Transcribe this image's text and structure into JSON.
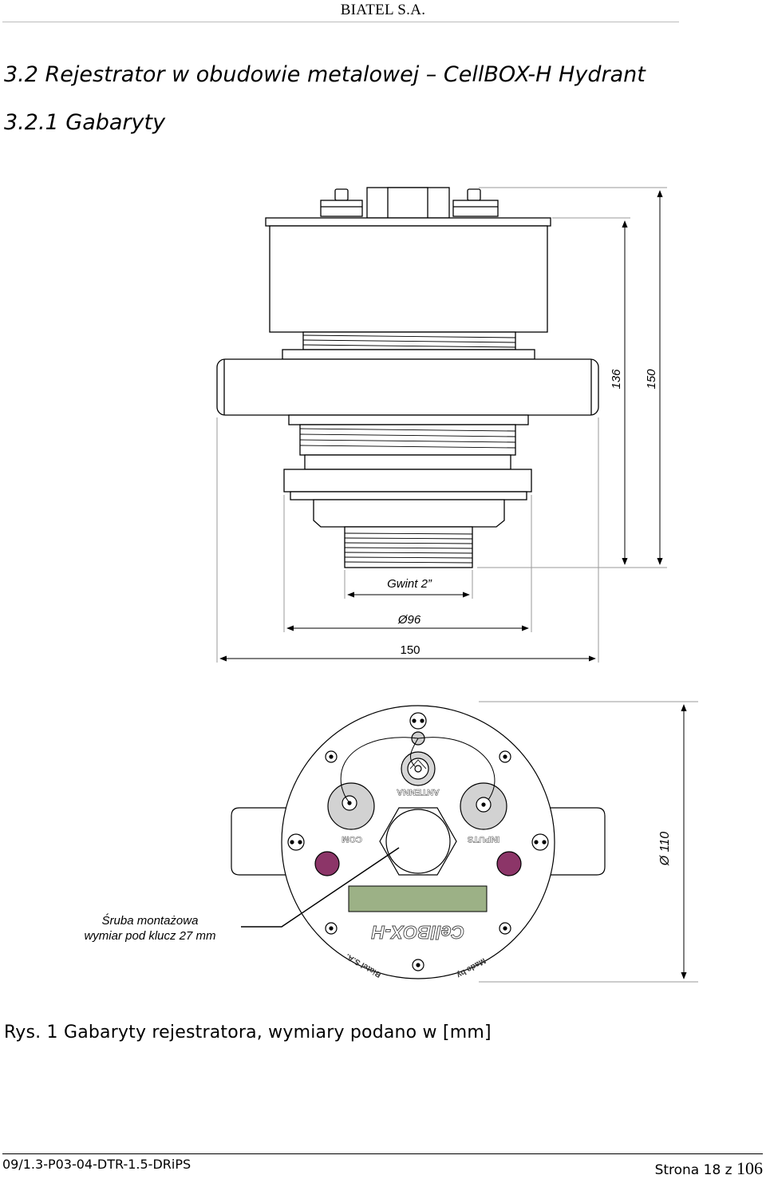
{
  "header": {
    "company": "BIATEL S.A."
  },
  "section": {
    "title": "3.2 Rejestrator w obudowie metalowej – CellBOX-H Hydrant",
    "subtitle": "3.2.1 Gabaryty"
  },
  "side_view": {
    "dim_height_inner": "136",
    "dim_height_outer": "150",
    "dim_thread": "Gwint 2”",
    "dim_diameter": "Ø96",
    "dim_width": "150"
  },
  "top_view": {
    "label_antenna": "ANTENNA",
    "label_com": "COM",
    "label_inputs": "INPUTS",
    "brand": "CellBOX-H",
    "label_maker": "Biatel S.A.",
    "label_made_by": "Made by",
    "dim_diameter": "Ø 110",
    "callout_line1": "Śruba montażowa",
    "callout_line2": "wymiar pod klucz 27 mm",
    "colors": {
      "display": "#9cb186",
      "led": "#8c3568",
      "plate": "#ffffff"
    }
  },
  "figure": {
    "caption": "Rys. 1 Gabaryty rejestratora, wymiary podano w [mm]"
  },
  "footer": {
    "doc_id": "09/1.3-P03-04-DTR-1.5-DRiPS",
    "page_prefix": "Strona 18 z",
    "page_total": "106"
  }
}
